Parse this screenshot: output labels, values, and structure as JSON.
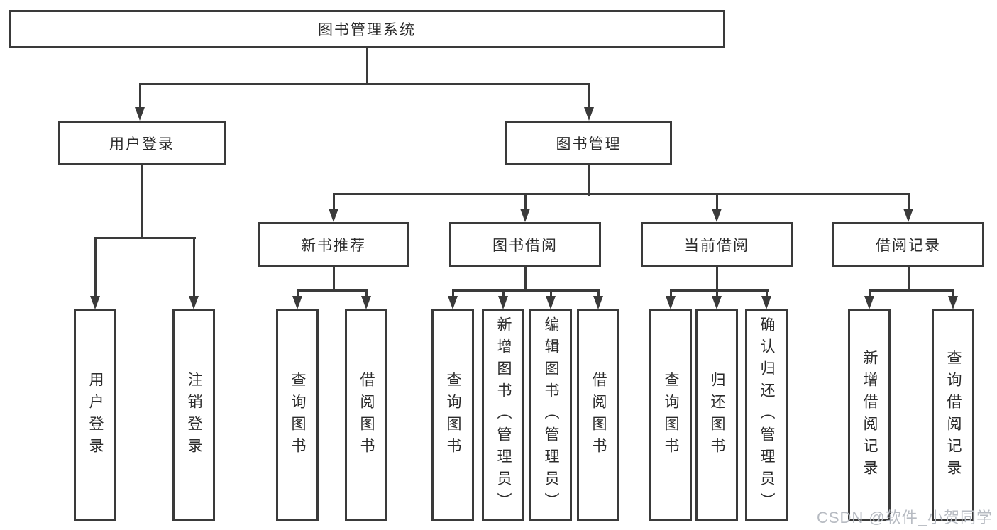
{
  "diagram": {
    "root": {
      "label": "图书管理系统"
    },
    "level2": [
      {
        "label": "用户登录"
      },
      {
        "label": "图书管理"
      }
    ],
    "level3": [
      {
        "label": "新书推荐"
      },
      {
        "label": "图书借阅"
      },
      {
        "label": "当前借阅"
      },
      {
        "label": "借阅记录"
      }
    ],
    "leaves": {
      "user": [
        {
          "label": "用户登录"
        },
        {
          "label": "注销登录"
        }
      ],
      "newbook": [
        {
          "label": "查询图书"
        },
        {
          "label": "借阅图书"
        }
      ],
      "borrow": [
        {
          "label": "查询图书"
        },
        {
          "label": "新增图书（管理员）"
        },
        {
          "label": "编辑图书（管理员）"
        },
        {
          "label": "借阅图书"
        }
      ],
      "current": [
        {
          "label": "查询图书"
        },
        {
          "label": "归还图书"
        },
        {
          "label": "确认归还（管理员）"
        }
      ],
      "records": [
        {
          "label": "新增借阅记录"
        },
        {
          "label": "查询借阅记录"
        }
      ]
    },
    "watermark": "CSDN @软件_小贺同学",
    "colors": {
      "line": "#3a3a3a",
      "text": "#2b2b2b",
      "watermark": "#b7bbc2",
      "background": "#ffffff"
    }
  }
}
